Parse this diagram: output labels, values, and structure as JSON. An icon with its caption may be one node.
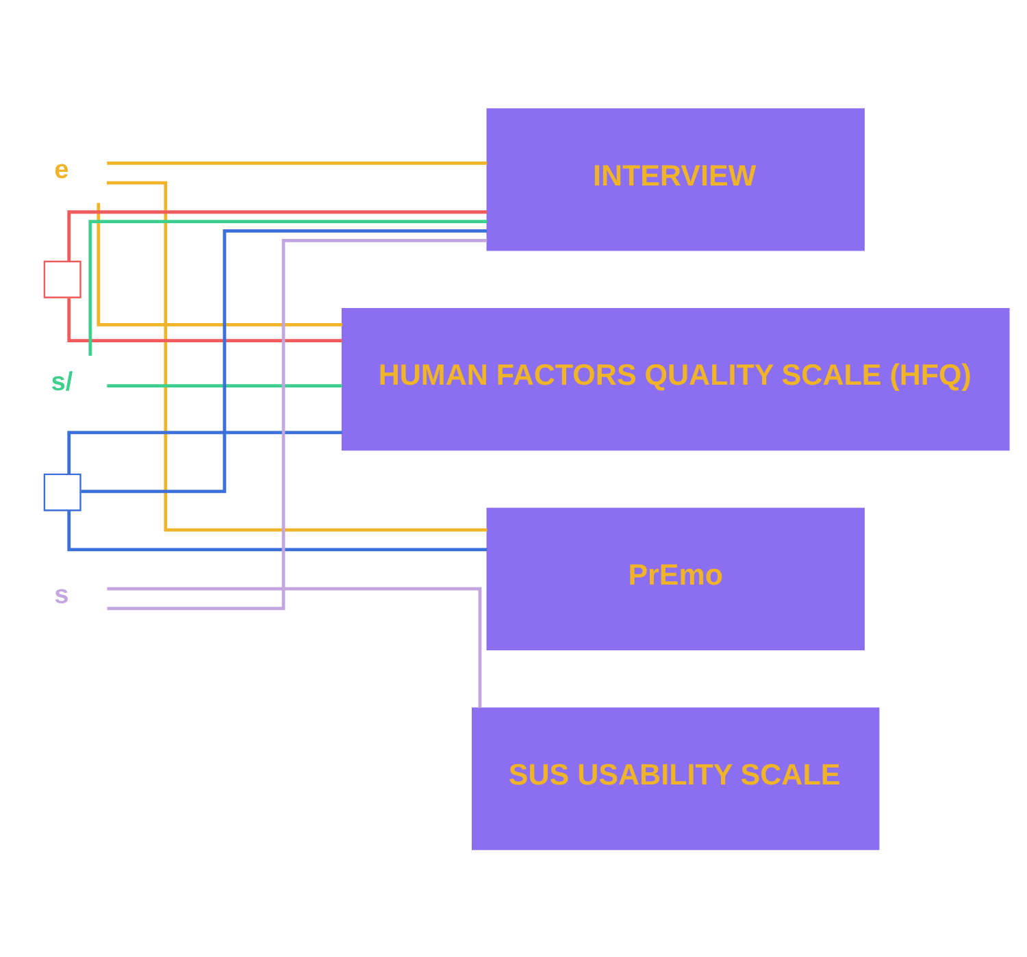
{
  "diagram": {
    "nodes": [
      {
        "text": [
          "e"
        ]
      },
      {
        "text": [],
        "shape": "box"
      },
      {
        "text": [
          "s/"
        ]
      },
      {
        "text": [],
        "shape": "box"
      },
      {
        "text": [
          "s"
        ]
      },
      {
        "text": [
          "INTERVIEW"
        ]
      },
      {
        "text": [
          "HUMAN FACTORS QUALITY SCALE (HFQ)"
        ]
      },
      {
        "text": [
          "PrEmo"
        ]
      },
      {
        "text": [
          "SUS USABILITY SCALE"
        ]
      }
    ],
    "edges": [
      {
        "from": 4,
        "to": 5,
        "arrow": "none",
        "color": "#c3a5e0"
      },
      {
        "from": 3,
        "to": 5,
        "arrow": "none",
        "color": "#3b6fd9"
      },
      {
        "from": 2,
        "to": 5,
        "arrow": "none",
        "color": "#3ecf8e"
      },
      {
        "from": 1,
        "to": 5,
        "arrow": "none",
        "color": "#ef5a5a"
      },
      {
        "from": 0,
        "to": 5,
        "arrow": "none",
        "color": "#f0b429"
      },
      {
        "from": 2,
        "to": 6,
        "arrow": "none",
        "color": "#3ecf8e"
      },
      {
        "from": 3,
        "to": 6,
        "arrow": "none",
        "color": "#3b6fd9"
      },
      {
        "from": 1,
        "to": 6,
        "arrow": "none",
        "color": "#ef5a5a"
      },
      {
        "from": 0,
        "to": 6,
        "arrow": "none",
        "color": "#f0b429"
      },
      {
        "from": 3,
        "to": 7,
        "arrow": "none",
        "color": "#3b6fd9"
      },
      {
        "from": 0,
        "to": 7,
        "arrow": "none",
        "color": "#f0b429"
      },
      {
        "from": 4,
        "to": 8,
        "arrow": "none",
        "color": "#c3a5e0"
      }
    ]
  }
}
